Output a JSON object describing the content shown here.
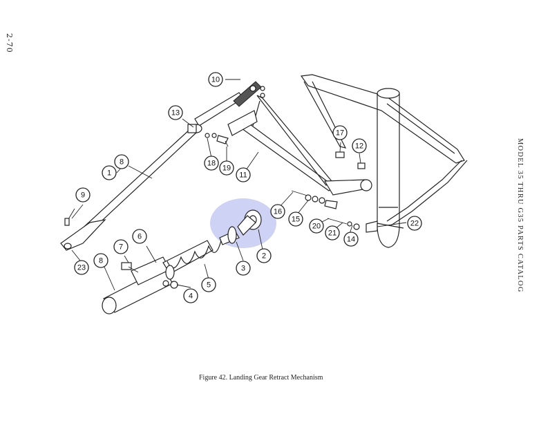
{
  "page": {
    "page_number": "2-70",
    "running_title": "MODEL 35 THRU G35 PARTS CATALOG",
    "caption": "Figure 42.   Landing Gear Retract Mechanism"
  },
  "highlight_color": "#c9cdf3",
  "callouts": [
    {
      "id": "1",
      "label": "1"
    },
    {
      "id": "2",
      "label": "2"
    },
    {
      "id": "3",
      "label": "3"
    },
    {
      "id": "4",
      "label": "4"
    },
    {
      "id": "5",
      "label": "5"
    },
    {
      "id": "6",
      "label": "6"
    },
    {
      "id": "7",
      "label": "7"
    },
    {
      "id": "8a",
      "label": "8"
    },
    {
      "id": "8b",
      "label": "8"
    },
    {
      "id": "9",
      "label": "9"
    },
    {
      "id": "10",
      "label": "10"
    },
    {
      "id": "11",
      "label": "11"
    },
    {
      "id": "12",
      "label": "12"
    },
    {
      "id": "13",
      "label": "13"
    },
    {
      "id": "14",
      "label": "14"
    },
    {
      "id": "15",
      "label": "15"
    },
    {
      "id": "16",
      "label": "16"
    },
    {
      "id": "17",
      "label": "17"
    },
    {
      "id": "18",
      "label": "18"
    },
    {
      "id": "19",
      "label": "19"
    },
    {
      "id": "20",
      "label": "20"
    },
    {
      "id": "21",
      "label": "21"
    },
    {
      "id": "22",
      "label": "22"
    },
    {
      "id": "23",
      "label": "23"
    }
  ]
}
